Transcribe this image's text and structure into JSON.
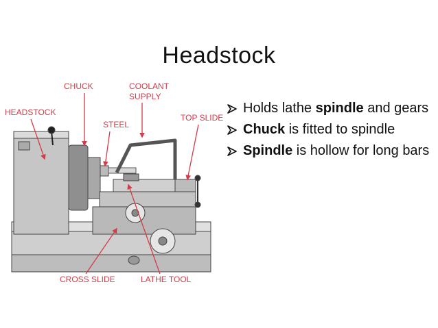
{
  "slide": {
    "title": "Headstock"
  },
  "diagram": {
    "labels": {
      "chuck": "CHUCK",
      "coolant_line1": "COOLANT",
      "coolant_line2": "SUPPLY",
      "headstock": "HEADSTOCK",
      "steel": "STEEL",
      "top_slide": "TOP SLIDE",
      "cross_slide": "CROSS SLIDE",
      "lathe_tool": "LATHE TOOL"
    },
    "label_color": "#d23b4a"
  },
  "bullets": [
    {
      "bold_first": false,
      "pre": "Holds lathe ",
      "bold": "spindle",
      "post": " and gears"
    },
    {
      "bold_first": true,
      "pre": "",
      "bold": "Chuck",
      "post": " is fitted to spindle"
    },
    {
      "bold_first": true,
      "pre": "",
      "bold": "Spindle",
      "post": " is hollow for long bars"
    }
  ],
  "icons": {
    "bullet": "arrow-bullet-icon"
  }
}
